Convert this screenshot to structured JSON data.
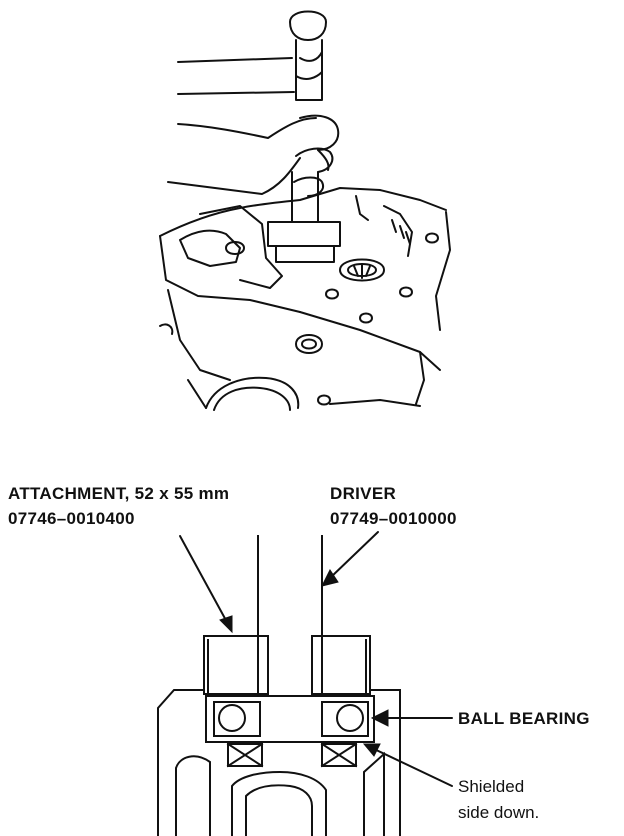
{
  "labels": {
    "attachment_name": "ATTACHMENT, 52 x 55 mm",
    "attachment_part": "07746–0010400",
    "driver_name": "DRIVER",
    "driver_part": "07749–0010000",
    "ball_bearing": "BALL BEARING",
    "shielded_line1": "Shielded",
    "shielded_line2": "side down."
  }
}
